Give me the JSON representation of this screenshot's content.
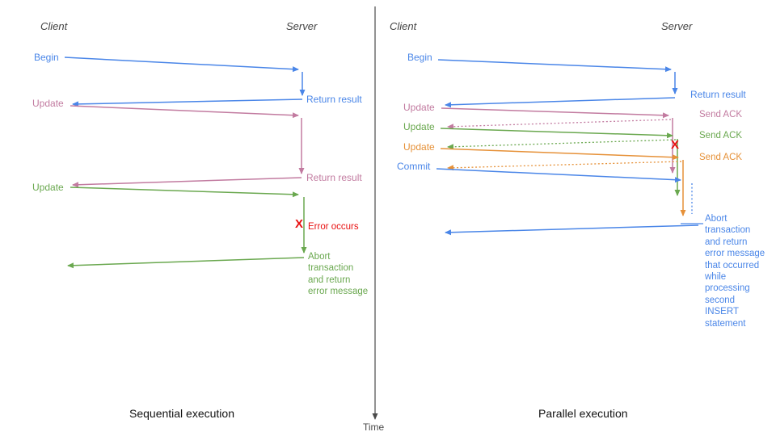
{
  "colors": {
    "blue": "#4a86e8",
    "pink": "#c27ba0",
    "green": "#6aa84f",
    "orange": "#e69138",
    "red": "#e81010",
    "header": "#434343",
    "axis": "#4a4a4a",
    "caption": "#111111"
  },
  "axis": {
    "time_label": "Time"
  },
  "left": {
    "client_header": "Client",
    "server_header": "Server",
    "begin": "Begin",
    "return_result_1": "Return result",
    "update_1": "Update",
    "return_result_2": "Return result",
    "update_2": "Update",
    "error_mark": "X",
    "error_label": "Error occurs",
    "abort_note": "Abort\ntransaction\nand return\nerror message",
    "caption": "Sequential execution"
  },
  "right": {
    "client_header": "Client",
    "server_header": "Server",
    "begin": "Begin",
    "return_result": "Return result",
    "update_1": "Update",
    "send_ack_1": "Send ACK",
    "update_2": "Update",
    "send_ack_2": "Send ACK",
    "update_3": "Update",
    "send_ack_3": "Send ACK",
    "commit": "Commit",
    "error_mark": "X",
    "abort_note": "Abort\ntransaction\nand return\nerror message\nthat occurred\nwhile\nprocessing\nsecond\nINSERT\nstatement",
    "caption": "Parallel execution"
  }
}
